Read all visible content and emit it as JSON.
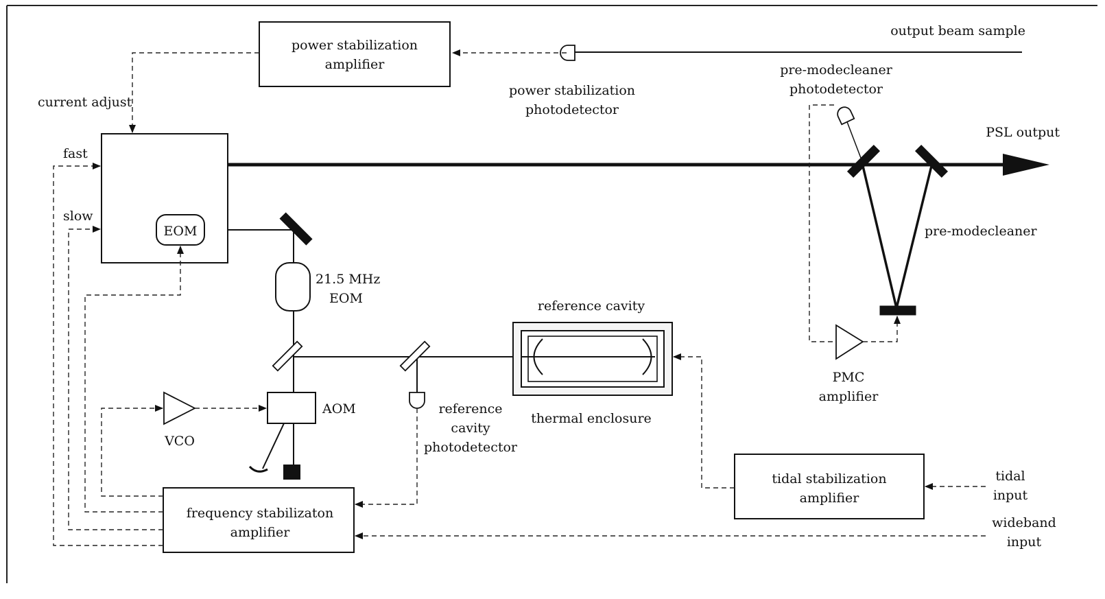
{
  "labels": {
    "output_beam_sample": "output beam sample",
    "power_stab_amp_line1": "power stabilization",
    "power_stab_amp_line2": "amplifier",
    "current_adjust": "current adjust",
    "power_stab_pd_line1": "power stabilization",
    "power_stab_pd_line2": "photodetector",
    "pre_mc_pd_line1": "pre-modecleaner",
    "pre_mc_pd_line2": "photodetector",
    "psl_output": "PSL output",
    "fast": "fast",
    "slow": "slow",
    "laser_eom": "EOM",
    "eom_21_line1": "21.5 MHz",
    "eom_21_line2": "EOM",
    "pre_modecleaner": "pre-modecleaner",
    "reference_cavity": "reference cavity",
    "thermal_enclosure": "thermal enclosure",
    "aom": "AOM",
    "vco": "VCO",
    "ref_cav_pd_line1": "reference",
    "ref_cav_pd_line2": "cavity",
    "ref_cav_pd_line3": "photodetector",
    "pmc_amp_line1": "PMC",
    "pmc_amp_line2": "amplifier",
    "freq_stab_line1": "frequency stabilizaton",
    "freq_stab_line2": "amplifier",
    "tidal_stab_line1": "tidal stabilization",
    "tidal_stab_line2": "amplifier",
    "tidal_input_line1": "tidal",
    "tidal_input_line2": "input",
    "wideband_input_line1": "wideband",
    "wideband_input_line2": "input"
  }
}
